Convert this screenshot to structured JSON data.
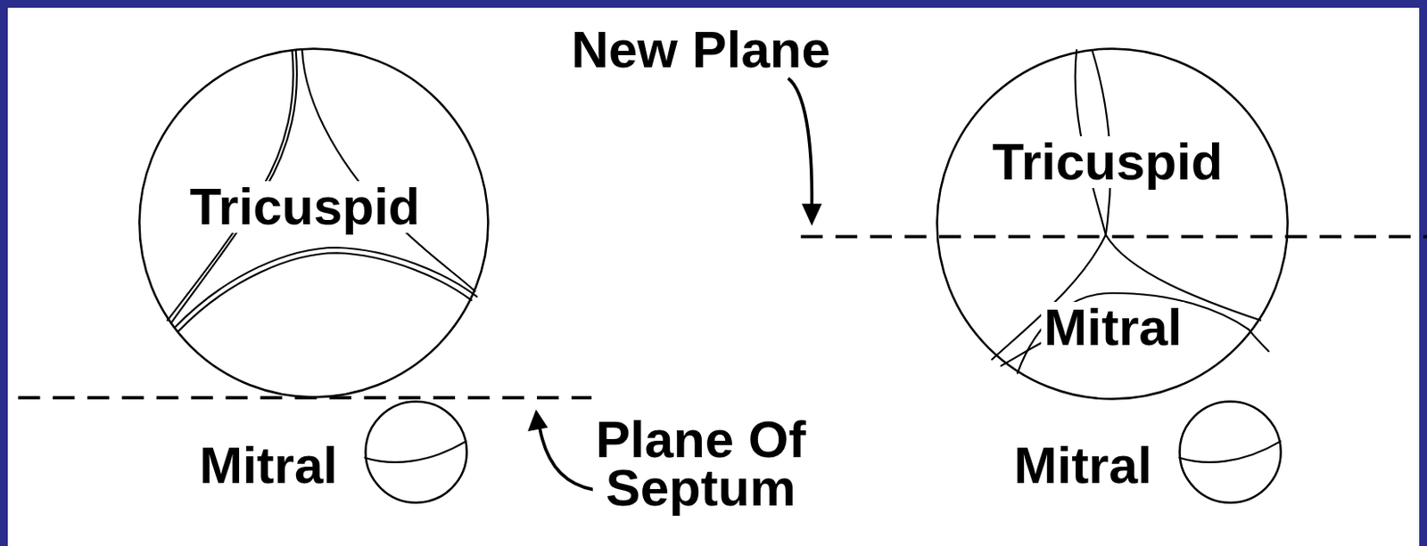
{
  "diagram": {
    "nodes": [
      {
        "text": [
          "Tricuspid"
        ]
      },
      {
        "text": [
          "Mitral"
        ]
      },
      {
        "text": [
          "Tricuspid",
          "Mitral"
        ]
      },
      {
        "text": [
          "Mitral"
        ]
      }
    ],
    "labels": [
      "New Plane",
      "Plane Of Septum"
    ]
  }
}
